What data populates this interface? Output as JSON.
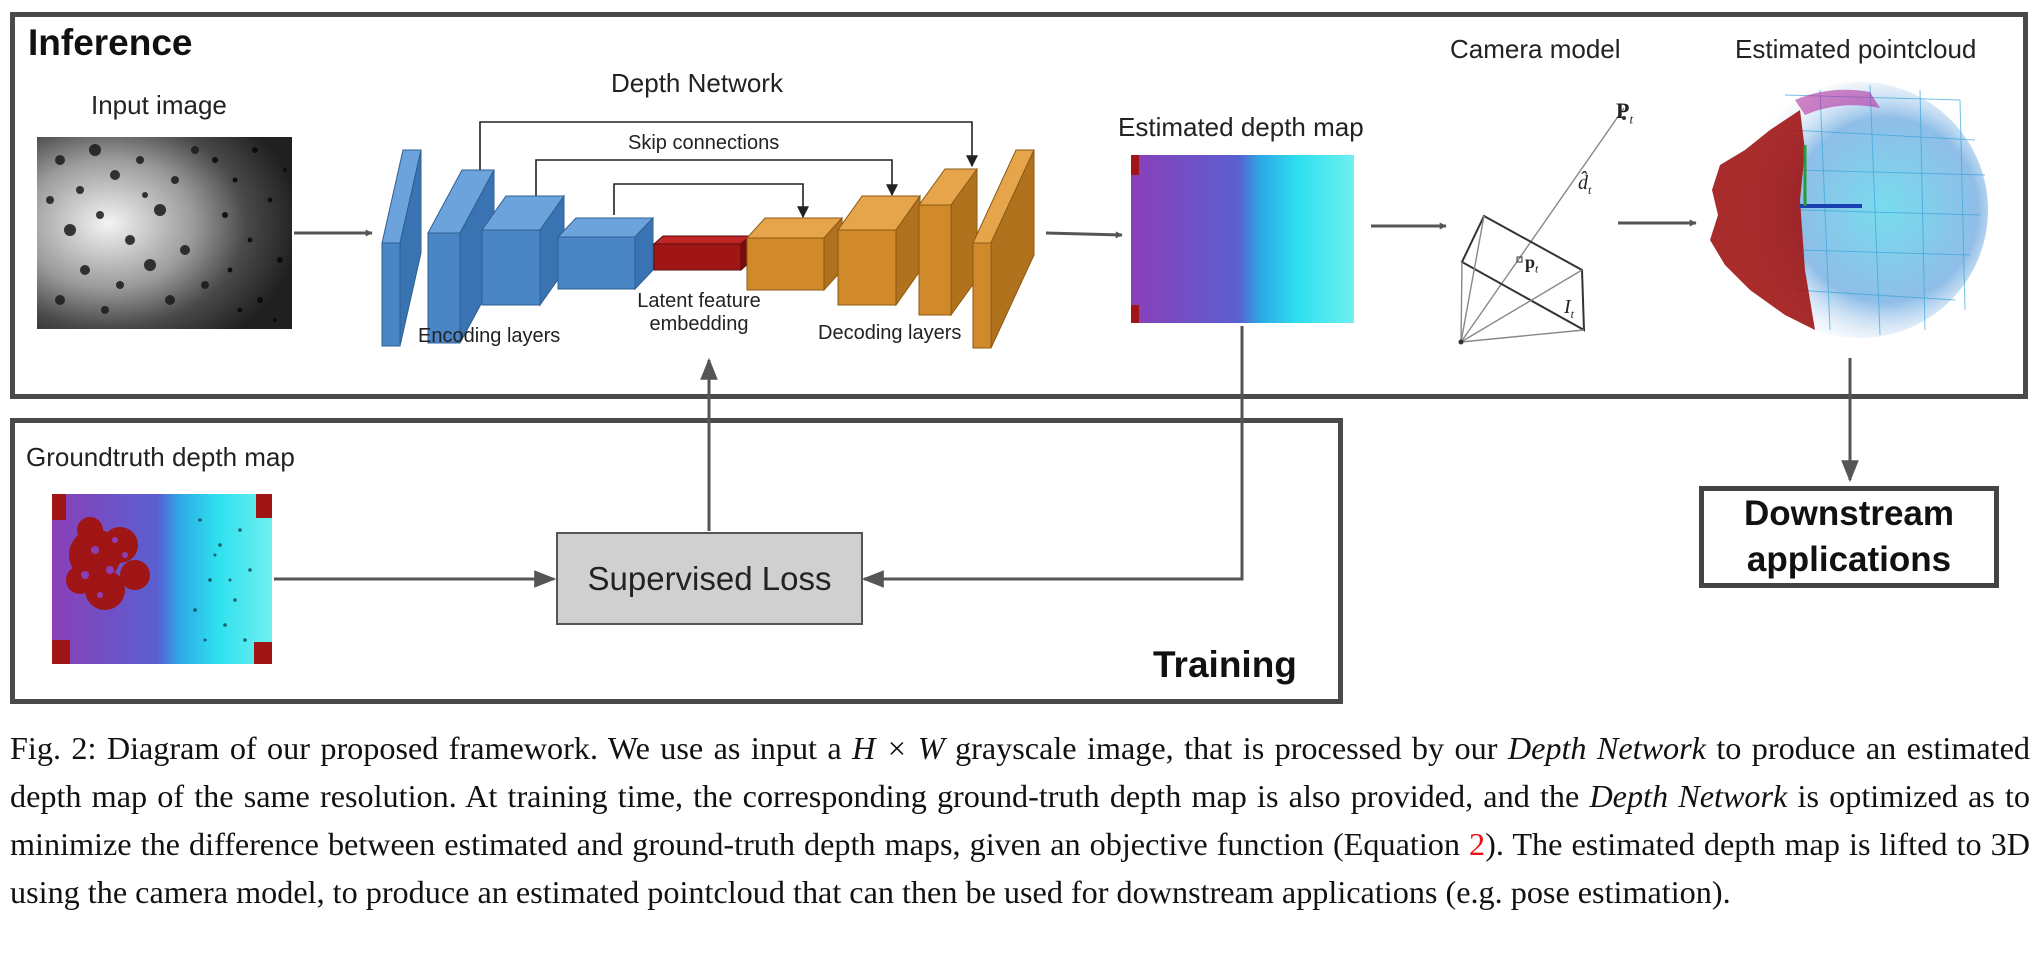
{
  "panels": {
    "inference_title": "Inference",
    "training_title": "Training"
  },
  "labels": {
    "input_image": "Input image",
    "depth_network": "Depth Network",
    "skip_connections": "Skip connections",
    "encoding_layers": "Encoding layers",
    "latent_line1": "Latent feature",
    "latent_line2": "embedding",
    "decoding_layers": "Decoding layers",
    "estimated_depth_map": "Estimated depth map",
    "camera_model": "Camera model",
    "estimated_pointcloud": "Estimated pointcloud",
    "groundtruth_depth_map": "Groundtruth depth map",
    "supervised_loss": "Supervised Loss",
    "downstream_line1": "Downstream",
    "downstream_line2": "applications"
  },
  "camera_math": {
    "P": "P",
    "P_sub": "t",
    "d": "d̂",
    "d_sub": "t",
    "p": "p",
    "p_sub": "t",
    "I": "I",
    "I_sub": "t"
  },
  "caption": {
    "p1": "Fig. 2: Diagram of our proposed framework. We use as input a ",
    "math": "H × W",
    "p2": " grayscale image, that is processed by our ",
    "it1": "Depth Network",
    "p3": " to produce an estimated depth map of the same resolution. At training time, the corresponding ground-truth depth map is also provided, and the ",
    "it2": "Depth Network",
    "p4": " is optimized as to minimize the difference between estimated and ground-truth depth maps, given an objective function (Equation ",
    "ref": "2",
    "p5": "). The estimated depth map is lifted to 3D using the camera model, to produce an estimated pointcloud that can then be used for downstream applications (e.g. pose estimation)."
  },
  "colors": {
    "encoder_blue": "#4a86c6",
    "decoder_orange": "#d08a2a",
    "latent_red": "#a01515",
    "depth_purple": "#8a3fb8",
    "depth_cyan": "#2ee0ee",
    "frame_gray": "#4a4a4a",
    "ref_red": "#e11111"
  }
}
